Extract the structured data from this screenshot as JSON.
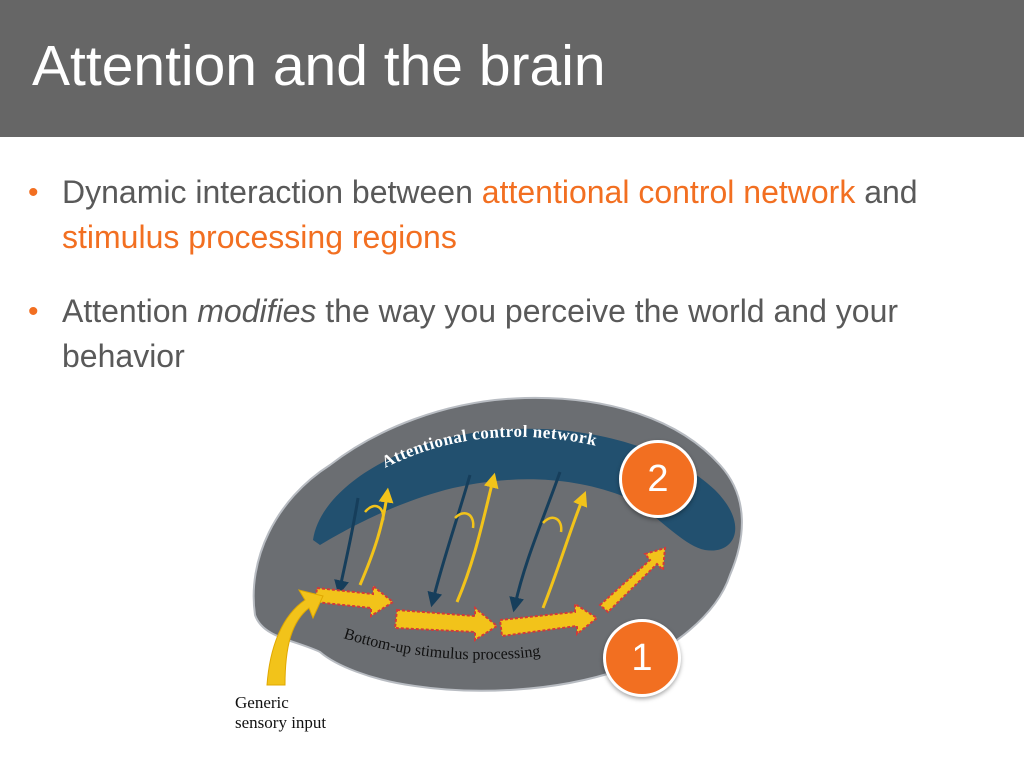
{
  "slide": {
    "title": "Attention and the brain"
  },
  "bullets": [
    {
      "parts": [
        {
          "text": "Dynamic interaction between "
        },
        {
          "text": "attentional control network",
          "highlight": true
        },
        {
          "text": " and "
        },
        {
          "text": "stimulus processing regions",
          "highlight": true
        }
      ]
    },
    {
      "parts": [
        {
          "text": "Attention "
        },
        {
          "text": "modifies",
          "italic": true
        },
        {
          "text": " the way you perceive the world and your behavior"
        }
      ]
    }
  ],
  "figure": {
    "top_label": "Attentional control network",
    "bottom_label": "Bottom-up stimulus processing",
    "input_label_line1": "Generic",
    "input_label_line2": "sensory input"
  },
  "badges": {
    "one": "1",
    "two": "2"
  },
  "colors": {
    "title_bar": "#666666",
    "accent": "#f26f21",
    "body_text": "#595959",
    "brain_gray": "#6b6e72",
    "network_blue": "#22506f",
    "arrow_yellow": "#f2c31a"
  }
}
